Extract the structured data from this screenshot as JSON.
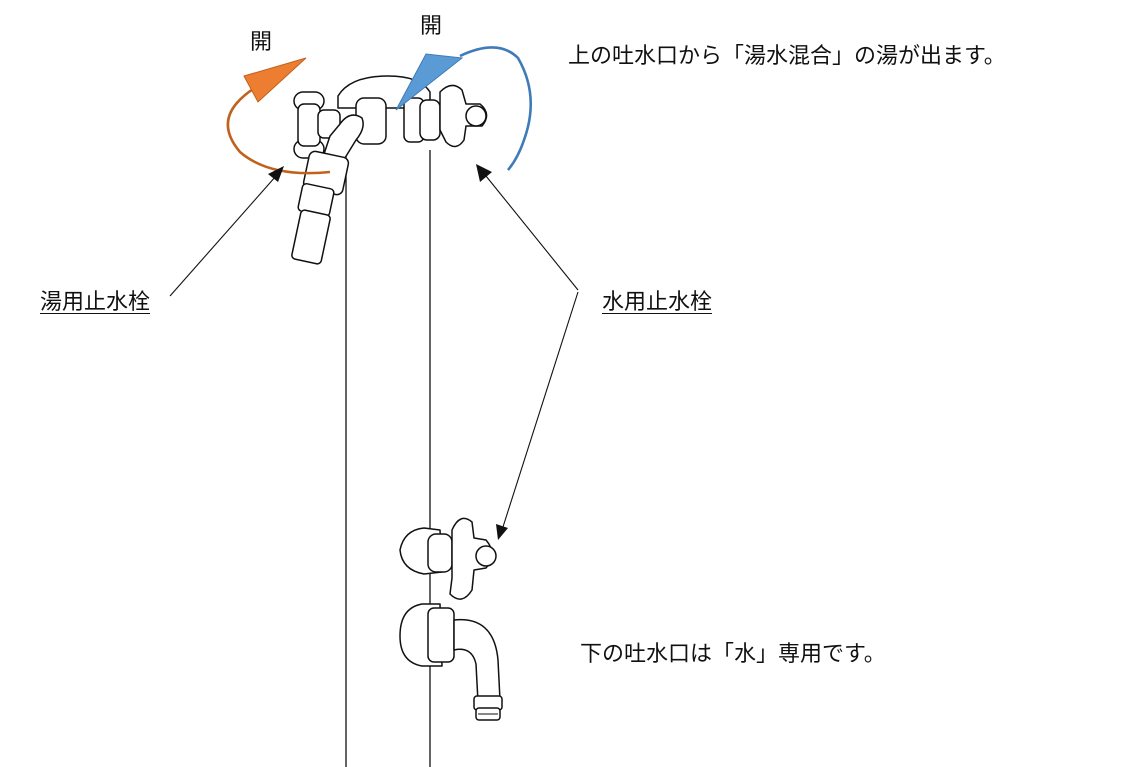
{
  "labels": {
    "open_hot": "開",
    "open_cold": "開",
    "hot_valve": "湯用止水栓",
    "cold_valve": "水用止水栓",
    "upper_spout_note": "上の吐水口から「湯水混合」の湯が出ます。",
    "lower_spout_note": "下の吐水口は「水」専用です。"
  },
  "colors": {
    "hot_arc": "#c0621e",
    "hot_arrowhead": "#ed7d31",
    "cold_arc": "#3f7bb8",
    "cold_arrowhead": "#5b9bd5",
    "lines": "#111111"
  }
}
